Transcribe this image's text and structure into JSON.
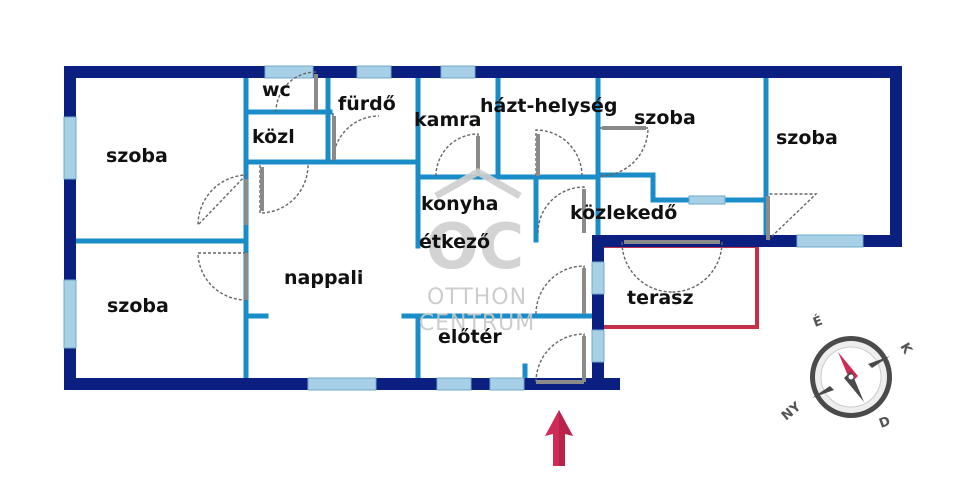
{
  "colors": {
    "outer_wall": "#0b1f80",
    "inner_wall": "#1a8cc8",
    "window": "#a7cfe6",
    "terrace_outline": "#c43048",
    "entrance_arrow": "#d02a56",
    "watermark": "#cfcfcf"
  },
  "rooms": {
    "wc": "wc",
    "furdo": "fürdő",
    "kamra": "kamra",
    "hazt": "házt-helység",
    "szoba_top": "szoba",
    "szoba_right": "szoba",
    "szoba_left1": "szoba",
    "kozl": "közl",
    "konyha": "konyha",
    "etkezo": "étkező",
    "kozlekedo": "közlekedő",
    "nappali": "nappali",
    "szoba_left2": "szoba",
    "terasz": "terasz",
    "eloter": "előtér"
  },
  "watermark": {
    "logo": "OC",
    "line1": "OTTHON",
    "line2": "CENTRUM"
  },
  "compass": {
    "north": "É",
    "east": "K",
    "south": "D",
    "west": "NY"
  },
  "icons": {
    "compass": "compass-icon",
    "entrance": "entrance-arrow-icon"
  }
}
